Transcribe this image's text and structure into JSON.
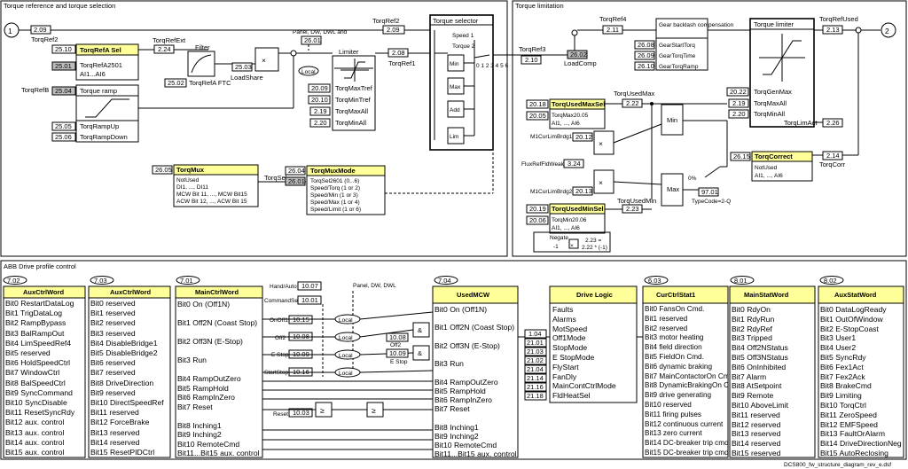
{
  "top_left": {
    "section_title": "Torque reference and torque selection",
    "start_label": "1",
    "p209": "2.09",
    "p209b": "2.09",
    "torqref2_a": "TorqRef2",
    "torqref2_b": "TorqRef2",
    "p2510": "25.10",
    "torqrefa_sel": "TorqRefA Sel",
    "p2501": "25.01",
    "torqrefa2501": "TorqRefA2501",
    "ai1ai6": "AI1...AI6",
    "torqrefext": "TorqRefExt",
    "p224": "2.24",
    "filter": "Filter",
    "p2502": "25.02",
    "torqrefa_ftc": "TorqRefA FTC",
    "p2503": "25.03",
    "loadshare": "LoadShare",
    "panel_dw_dwl": "Panel, DW, DWL and",
    "p2601": "26.01",
    "local": "Local",
    "limiter": "Limiter",
    "p2009": "20.09",
    "torqmaxtref": "TorqMaxTref",
    "p2010": "20.10",
    "torqmintref": "TorqMinTref",
    "p219": "2.19",
    "torqmaxall": "TorqMaxAll",
    "p220": "2.20",
    "torqminall": "TorqMinAll",
    "p208": "2.08",
    "torqref1": "TorqRef1",
    "torqrefb": "TorqRefB",
    "p2504": "25.04",
    "torqramp": "Torque ramp",
    "p2505": "25.05",
    "torqrampup": "TorqRampUp",
    "p2506": "25.06",
    "torqrampdown": "TorqRampDown",
    "torqsel_title": "Torque selector",
    "speed1": "Speed 1",
    "torque2": "Torque 2",
    "sel_nums": "0 1 2 3 4 5 6",
    "min": "Min",
    "max": "Max",
    "add": "Add",
    "lim": "Lim",
    "p2605": "26.05",
    "torqmux": "TorqMux",
    "notused": "NotUsed",
    "di1di11": "DI1, ..., DI11",
    "mcw": "MCW Bit 11, ..., MCW Bit15",
    "acw": "ACW Bit 12, ..., ACW Bit 15",
    "p2604": "26.04",
    "torqmuxmode": "TorqMuxMode",
    "torqsel": "TorqSel",
    "p2601b": "26.01",
    "torqsel2601": "TorqSel2601 (0...6)",
    "sel1": "Speed/Torq (1 or 2)",
    "sel2": "Speed/Min (1 or 3)",
    "sel3": "Speed/Max (1 or 4)",
    "sel4": "Speed/Limit (1 or 6)"
  },
  "top_right": {
    "section_title": "Torque limitation",
    "torqref4": "TorqRef4",
    "p211": "2.11",
    "torqref3": "TorqRef3",
    "p210": "2.10",
    "p2602": "26.02",
    "loadcomp": "LoadComp",
    "gear_title": "Gear backlash compensation",
    "p2608": "26.08",
    "gearstarttorq": "GearStartTorq",
    "p2609": "26.09",
    "geartorqtime": "GearTorqTime",
    "p2610": "26.10",
    "geartorqramp": "GearTorqRamp",
    "torqrefused": "TorqRefUsed",
    "p213": "2.13",
    "end_label": "2",
    "torqlimiter": "Torque limiter",
    "p2022": "20.22",
    "torqgenmax": "TorqGenMax",
    "p219": "2.19",
    "torqmaxall": "TorqMaxAll",
    "p220": "2.20",
    "torqminall": "TorqMinAll",
    "torqlimact": "TorqLimAct",
    "p226": "2.26",
    "torqusedmax": "TorqUsedMax",
    "p2018": "20.18",
    "torqusedmaxsel": "TorqUsedMaxSel",
    "p222": "2.22",
    "p2005": "20.05",
    "torqmax2005": "TorqMax20.05",
    "ai1ai6": "AI1, ..., AI6",
    "min": "Min",
    "max": "Max",
    "m1brdg1": "M1CurLimBrdg1",
    "p2012": "20.12",
    "fluxref": "FluxRefFldWeak",
    "p324": "3.24",
    "m1brdg2": "M1CurLimBrdg2",
    "p2013": "20.13",
    "torqusedmin": "TorqUsedMin",
    "p2019": "20.19",
    "torqusedminsel": "TorqUsedMinSel",
    "p223": "2.23",
    "p2006": "20.06",
    "torqmin2006": "TorqMin20.06",
    "ai1ai6b": "AI1, ..., AI6",
    "negate": "Negate",
    "neg_a": "-1",
    "neg_b": "2.23 =",
    "neg_c": "2.22 * (-1)",
    "p2615": "26.15",
    "torqcorrect": "TorqCorrect",
    "notused": "NotUsed",
    "ai1ai6c": "AI1, ..., AI6",
    "p214": "2.14",
    "torqcorr": "TorqCorr",
    "zero_pct": "0%",
    "p9701": "97.01",
    "typecode": "TypeCode=2-Q"
  },
  "bottom": {
    "section_title": "ABB Drive profile control",
    "col1": {
      "param": "7.02",
      "title": "AuxCtrlWord",
      "bits": [
        "Bit0 RestartDataLog",
        "Bit1 TrigDataLog",
        "Bit2 RampBypass",
        "Bit3 BalRampOut",
        "Bit4 LimSpeedRef4",
        "Bit5 reserved",
        "Bit6 HoldSpeedCtrl",
        "Bit7 WindowCtrl",
        "Bit8 BalSpeedCtrl",
        "Bit9 SyncCommand",
        "Bit10 SyncDisable",
        "Bit11 ResetSyncRdy",
        "Bit12 aux. control",
        "Bit13 aux. control",
        "Bit14 aux. control",
        "Bit15 aux. control"
      ]
    },
    "col2": {
      "param": "7.03",
      "title": "AuxCtrlWord",
      "bits": [
        "Bit0 reserved",
        "Bit1 reserved",
        "Bit2 reserved",
        "Bit3 reserved",
        "Bit4 DisableBridge1",
        "Bit5 DisableBridge2",
        "Bit6 reserved",
        "Bit7 reserved",
        "Bit8 DriveDirection",
        "Bit9 reserved",
        "Bit10 DirectSpeedRef",
        "Bit11 reserved",
        "Bit12 ForceBrake",
        "Bit13 reserved",
        "Bit14 reserved",
        "Bit15 ResetPIDCtrl"
      ]
    },
    "col3": {
      "param": "7.01",
      "title": "MainCtrlWord",
      "bits": [
        "Bit0 On (Off1N)",
        "",
        "Bit1 Off2N (Coast Stop)",
        "",
        "Bit2 Off3N (E-Stop)",
        "",
        "Bit3 Run",
        "",
        "Bit4 RampOutZero",
        "Bit5 RampHold",
        "Bit6 RampInZero",
        "Bit7 Reset",
        "",
        "Bit8 Inching1",
        "Bit9 Inching2",
        "Bit10 RemoteCmd",
        "Bit11...Bit15 aux. control"
      ]
    },
    "mid": {
      "handauto": "Hand/Auto",
      "p1007": "10.07",
      "commandsel": "CommandSel",
      "p1001": "10.01",
      "panel": "Panel, DW, DWL",
      "onoff1": "OnOff1",
      "p1015": "10.15",
      "off2": "Off2",
      "p1008": "10.08",
      "estop": "E Stop",
      "p1009": "10.09",
      "startstop": "StartStop",
      "p1016": "10.16",
      "local": "Local",
      "amp": "&",
      "p1008b": "10.08",
      "off2b": "Off2",
      "p1009b": "10.09",
      "estopb": "E Stop",
      "reset": "Reset",
      "p1003": "10.03",
      "ge": "≥"
    },
    "col4": {
      "param": "7.04",
      "title": "UsedMCW",
      "bits": [
        "Bit0 On (Off1N)",
        "",
        "Bit1 Off2N (Coast Stop)",
        "",
        "Bit2 Off3N (E-Stop)",
        "",
        "Bit3 Run",
        "",
        "Bit4 RampOutZero",
        "Bit5 RampHold",
        "Bit6 RampInZero",
        "Bit7 Reset",
        "",
        "Bit8 Inching1",
        "Bit9 Inching2",
        "Bit10 RemoteCmd",
        "Bit11...Bit15 aux. control"
      ]
    },
    "drive_logic": {
      "title": "Drive Logic",
      "items": [
        "Faults",
        "Alarms",
        "MotSpeed",
        "Off1Mode",
        "StopMode",
        "E StopMode",
        "FlyStart",
        "FanDly",
        "MainContCtrlMode",
        "FldHeatSel"
      ],
      "params": [
        "1.04",
        "21.01",
        "21.03",
        "21.02",
        "21.04",
        "21.14",
        "21.16",
        "21.18"
      ]
    },
    "col5": {
      "param": "6.03",
      "title": "CurCtrlStat1",
      "bits": [
        "Bit0 FansOn Cmd.",
        "Bit1 reserved",
        "Bit2 reserved",
        "Bit3 motor heating",
        "Bit4 field direction",
        "Bit5 FieldOn Cmd.",
        "Bit6 dynamic braking",
        "Bit7 MainContactorOn Cmd",
        "Bit8 DynamicBrakingOn Cmd",
        "Bit9 drive generating",
        "Bit10 reserved",
        "Bit11 firing pulses",
        "Bit12 continuous current",
        "Bit13 zero current",
        "Bit14 DC-breaker trip cmd",
        "Bit15 DC-breaker trip cmd"
      ]
    },
    "col6": {
      "param": "8.01",
      "title": "MainStatWord",
      "bits": [
        "Bit0 RdyOn",
        "Bit1 RdyRun",
        "Bit2 RdyRef",
        "Bit3 Tripped",
        "Bit4 Off2NStatus",
        "Bit5 Off3NStatus",
        "Bit6 OnInhibited",
        "Bit7 Alarm",
        "Bit8 AtSetpoint",
        "Bit9 Remote",
        "Bit10 AboveLimit",
        "Bit11 reserved",
        "Bit12 reserved",
        "Bit13 reserved",
        "Bit14 reserved",
        "Bit15 reserved"
      ]
    },
    "col7": {
      "param": "8.02",
      "title": "AuxStatWord",
      "bits": [
        "Bit0 DataLogReady",
        "Bit1 OutOfWindow",
        "Bit2 E-StopCoast",
        "Bit3 User1",
        "Bit4 User2",
        "Bit5 SyncRdy",
        "Bit6 Fex1Act",
        "Bit7 Fex2Ack",
        "Bit8 BrakeCmd",
        "Bit9 Limiting",
        "Bit10 TorqCtrl",
        "Bit11 ZeroSpeed",
        "Bit12 EMFSpeed",
        "Bit13 FaultOrAlarm",
        "Bit14 DriveDirectionNeg",
        "Bit15 AutoReclosing"
      ]
    }
  },
  "footer": "DCS800_fw_structure_diagram_rev_e.dsf"
}
